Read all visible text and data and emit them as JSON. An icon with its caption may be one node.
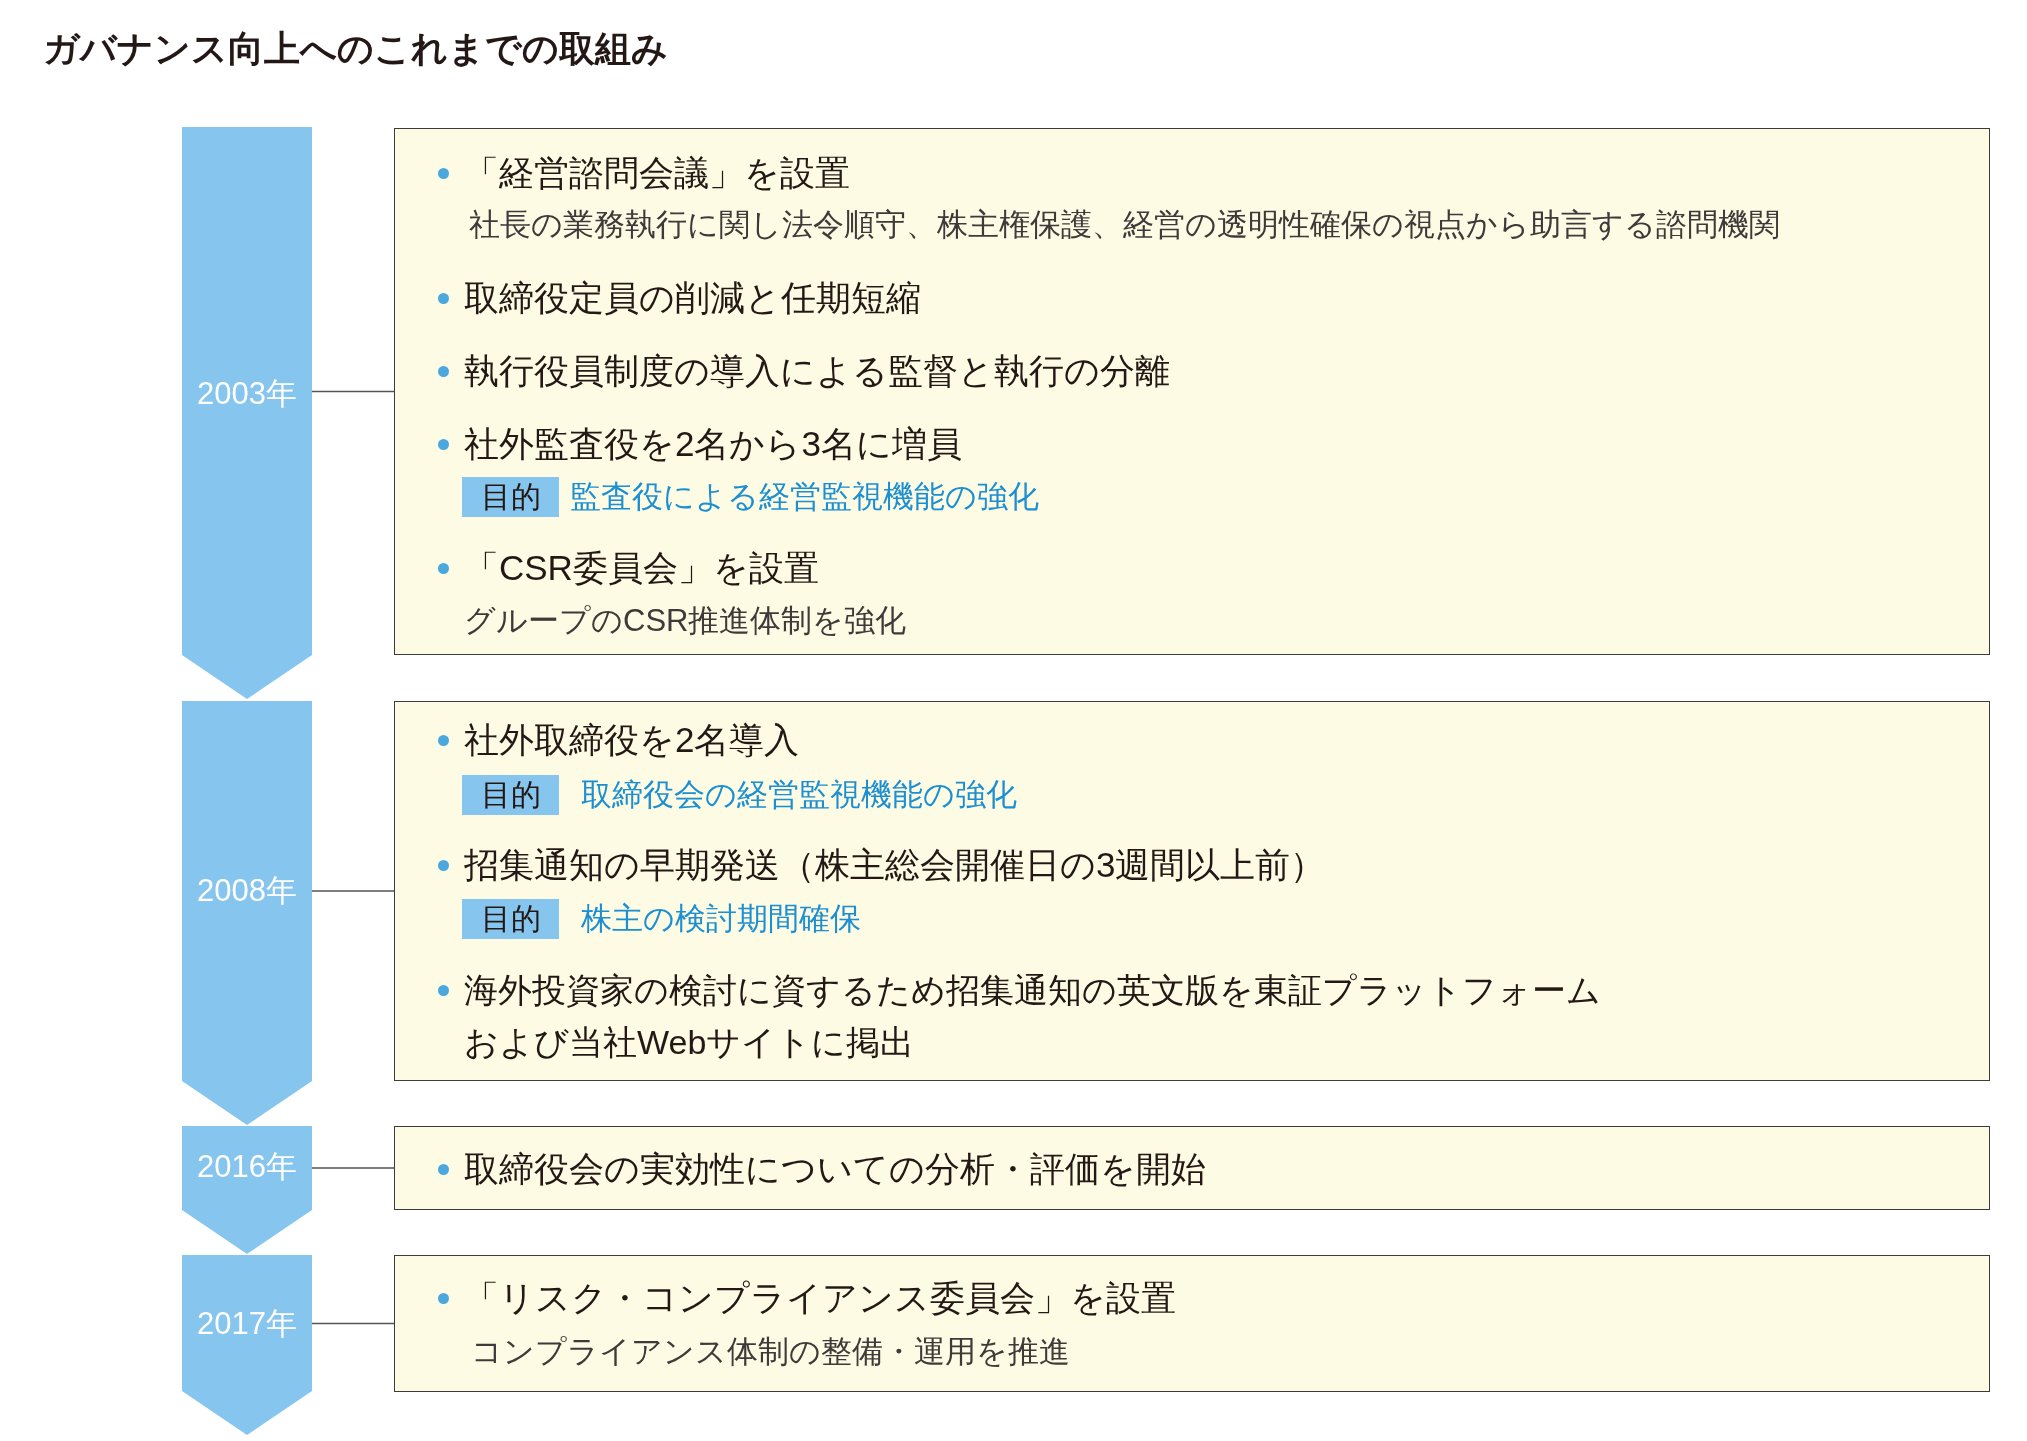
{
  "diagram": {
    "title": "ガバナンス向上へのこれまでの取組み",
    "nodes": [
      {
        "text": [
          "2003年"
        ]
      },
      {
        "text": [
          "「経営諮問会議」を設置",
          "社長の業務執行に関し法令順守、株主権保護、経営の透明性確保の視点から助言する諮問機関",
          "取締役定員の削減と任期短縮",
          "執行役員制度の導入による監督と執行の分離",
          "社外監査役を2名から3名に増員",
          "「CSR委員会」を設置",
          "グループのCSR推進体制を強化"
        ]
      },
      {
        "text": [
          "目的"
        ],
        "in": 1,
        "beside": [
          "監査役による経営監視機能の強化"
        ]
      },
      {
        "text": [
          "2008年"
        ]
      },
      {
        "text": [
          "社外取締役を2名導入",
          "招集通知の早期発送（株主総会開催日の3週間以上前）",
          "海外投資家の検討に資するため招集通知の英文版を東証プラットフォームおよび当社Webサイトに掲出"
        ]
      },
      {
        "text": [
          "目的"
        ],
        "in": 4,
        "beside": [
          "取締役会の経営監視機能の強化"
        ]
      },
      {
        "text": [
          "目的"
        ],
        "in": 4,
        "beside": [
          "株主の検討期間確保"
        ]
      },
      {
        "text": [
          "2016年"
        ]
      },
      {
        "text": [
          "取締役会の実効性についての分析・評価を開始"
        ]
      },
      {
        "text": [
          "2017年"
        ]
      },
      {
        "text": [
          "「リスク・コンプライアンス委員会」を設置",
          "コンプライアンス体制の整備・運用を推進"
        ]
      }
    ],
    "edges": [
      {
        "from": 0,
        "to": 1,
        "arrow": "none"
      },
      {
        "from": 3,
        "to": 4,
        "arrow": "none"
      },
      {
        "from": 7,
        "to": 8,
        "arrow": "none"
      },
      {
        "from": 9,
        "to": 10,
        "arrow": "none"
      }
    ]
  }
}
